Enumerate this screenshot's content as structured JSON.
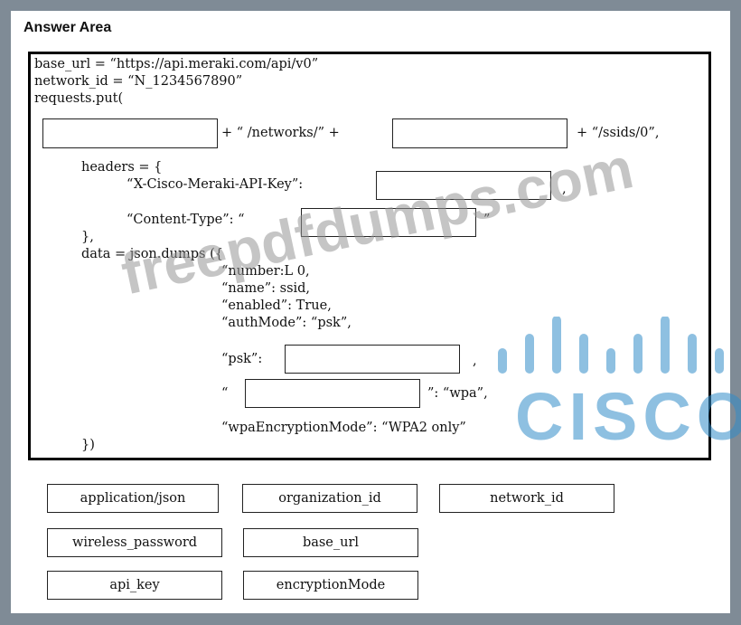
{
  "panel": {
    "title": "Answer Area"
  },
  "code": {
    "line1": "base_url = “https://api.meraki.com/api/v0”",
    "line2": "network_id = “N_1234567890”",
    "line3": "requests.put(",
    "plus1": "+ “ /networks/” +",
    "plus2": "+ “/ssids/0”,",
    "headers_open": "headers = {",
    "api_key_label": "“X-Cisco-Meraki-API-Key”:",
    "comma": ",",
    "content_type_label": "“Content-Type”: “",
    "quote": "”",
    "headers_close": "},",
    "data_open": "data = json.dumps ({",
    "number": "“number:L 0,",
    "name": "“name”: ssid,",
    "enabled": "“enabled”: True,",
    "authmode": "“authMode”: “psk”,",
    "psk_label": "“psk”:",
    "psk_comma": ",",
    "open_quote": "“",
    "wpa_suffix": "”: “wpa”,",
    "wpa_enc": "“wpaEncryptionMode”: “WPA2 only”",
    "close": "})"
  },
  "tiles": {
    "application_json": "application/json",
    "organization_id": "organization_id",
    "network_id": "network_id",
    "wireless_password": "wireless_password",
    "base_url": "base_url",
    "api_key": "api_key",
    "encryption_mode": "encryptionMode"
  },
  "watermark": {
    "text": "freepdfdumps.com"
  },
  "logo": {
    "text": "CISCO",
    "color": "#3a8fd0"
  }
}
